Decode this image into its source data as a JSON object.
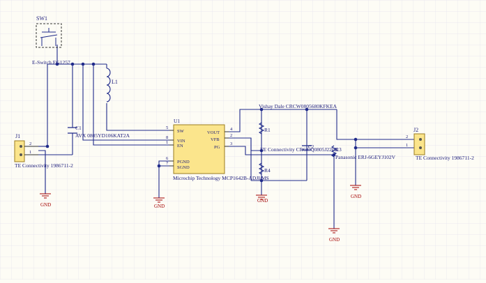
{
  "colors": {
    "background": "#fdfcf5",
    "grid": "#e3e3ec",
    "wire": "#1f2a8a",
    "ic_fill": "#fbe58c",
    "ic_border": "#9a7b1f",
    "pin": "#303030",
    "text": "#1a1a7a",
    "gnd": "#a40000"
  },
  "components": {
    "sw1": {
      "designator": "SW1",
      "name": "E-Switch EG1257"
    },
    "l1": {
      "designator": "L1"
    },
    "c1": {
      "designator": "C1",
      "name": "AVX 0805YD106KAT2A"
    },
    "u1": {
      "designator": "U1",
      "name": "Microchip Technology MCP1642B-ADJI/MS",
      "pins": [
        {
          "num": "5",
          "name": "SW"
        },
        {
          "num": "8",
          "name": "VIN"
        },
        {
          "num": "1",
          "name": "EN"
        },
        {
          "num": "6",
          "name": "PGND"
        },
        {
          "num": "7",
          "name": "SGND"
        },
        {
          "num": "4",
          "name": "VOUT"
        },
        {
          "num": "2",
          "name": "VFB"
        },
        {
          "num": "3",
          "name": "PG"
        }
      ]
    },
    "r1": {
      "designator": "R1",
      "name": "Vishay Dale CRCW0805680KFKEA"
    },
    "r4": {
      "designator": "R4"
    },
    "c2": {
      "designator": "C2",
      "name": "TE Connectivity CRGCQ0805J220K"
    },
    "r3": {
      "designator": "R3",
      "name": "Panasonic ERJ-6GEYJ102V"
    },
    "j1": {
      "designator": "J1",
      "name": "TE Connectivity 1986711-2",
      "pins": [
        "2",
        "1"
      ]
    },
    "j2": {
      "designator": "J2",
      "name": "TE Connectivity 1986711-2",
      "pins": [
        "2",
        "1"
      ]
    }
  },
  "power": {
    "gnd": "GND"
  }
}
